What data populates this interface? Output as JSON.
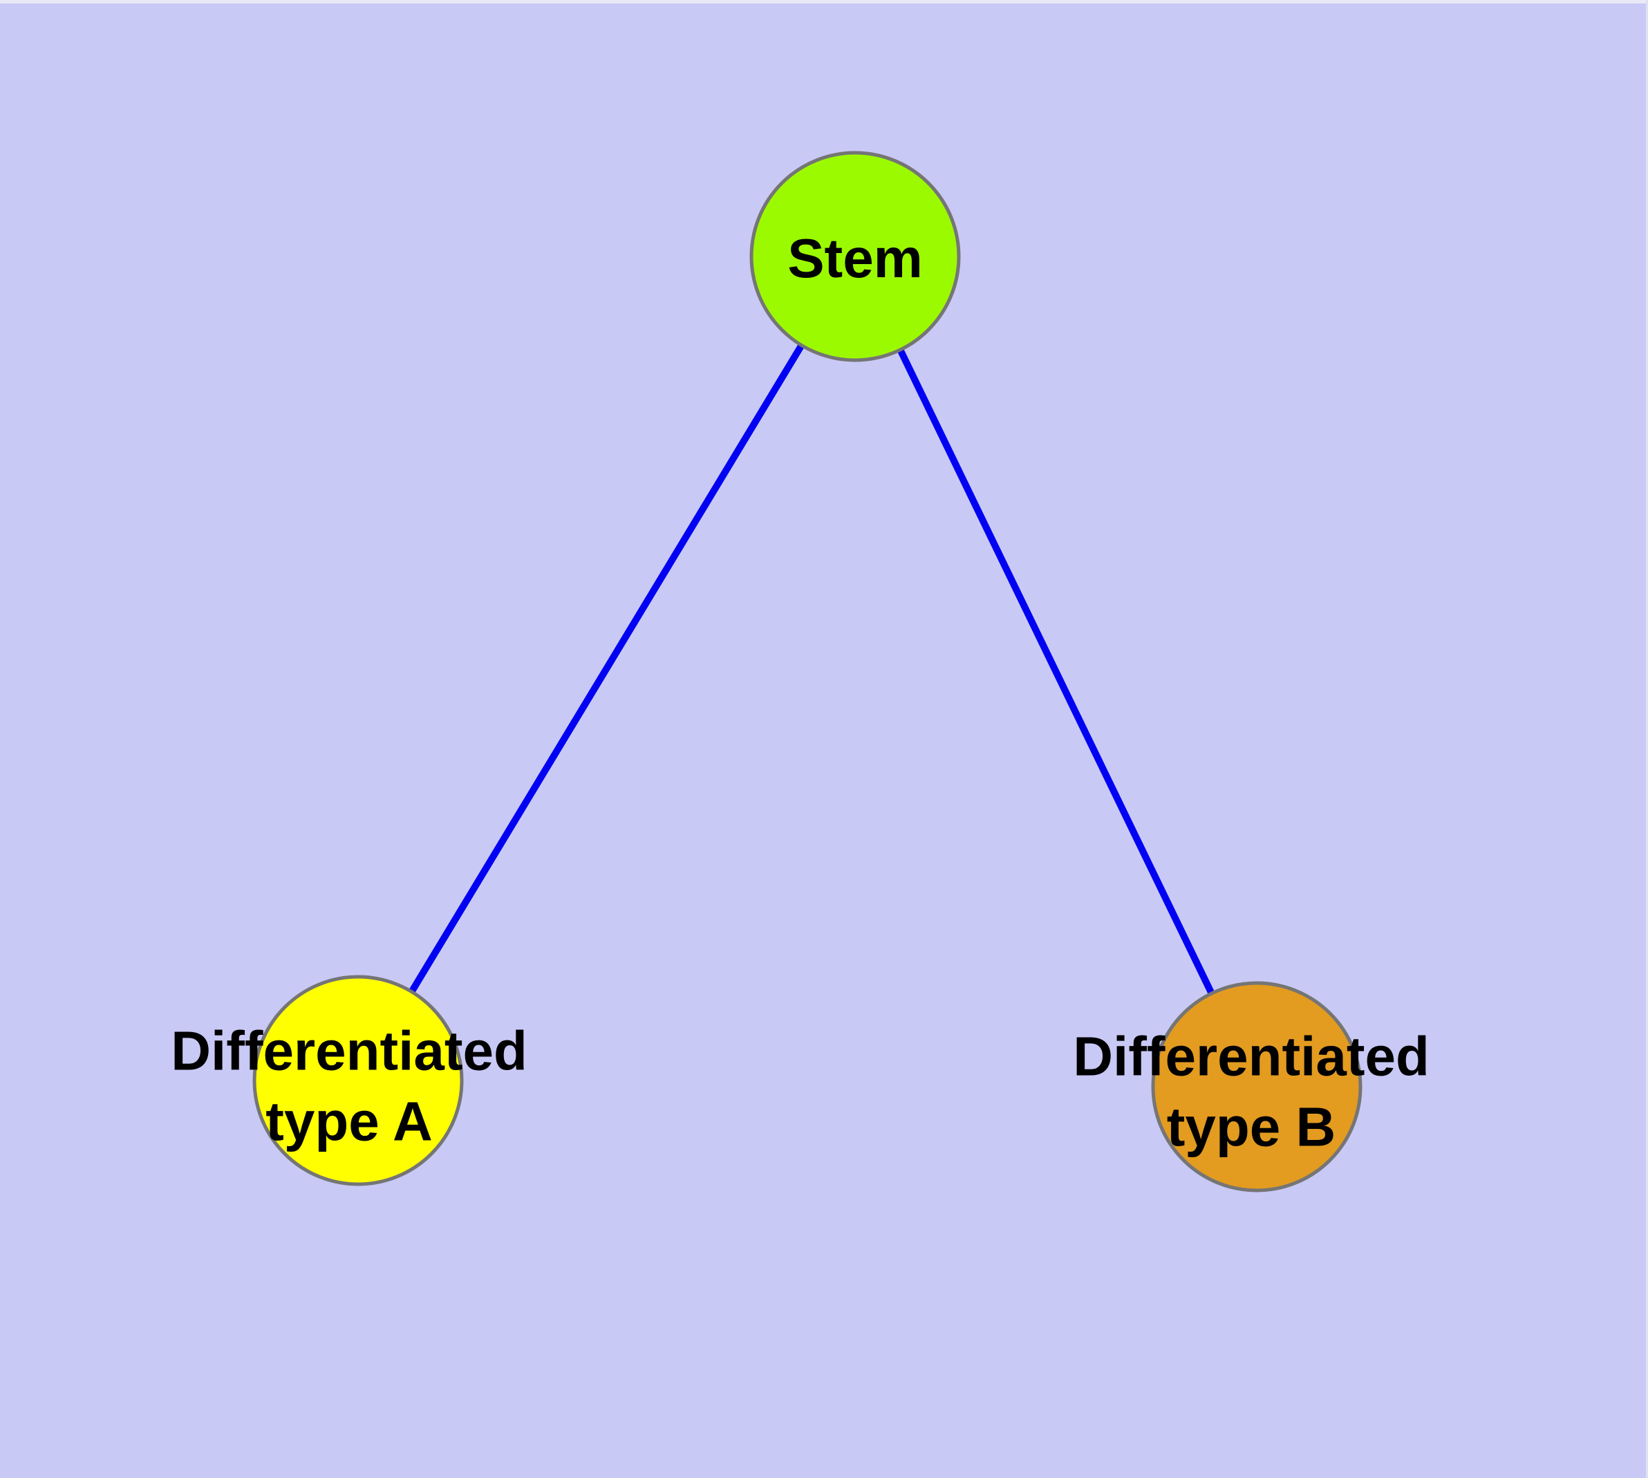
{
  "diagram": {
    "type": "graph",
    "background_color": "#c9c9f6",
    "edge_color": "#0202f2",
    "node_border_color": "#757575",
    "label_color": "#000000",
    "nodes": [
      {
        "id": "stem",
        "label_lines": [
          "Stem"
        ],
        "fill": "#9bfa00"
      },
      {
        "id": "type-a",
        "label_lines": [
          "Differentiated",
          "type A"
        ],
        "fill": "#ffff00"
      },
      {
        "id": "type-b",
        "label_lines": [
          "Differentiated",
          "type B"
        ],
        "fill": "#e39b20"
      }
    ],
    "edges": [
      {
        "from": "stem",
        "to": "type-a"
      },
      {
        "from": "stem",
        "to": "type-b"
      }
    ]
  }
}
